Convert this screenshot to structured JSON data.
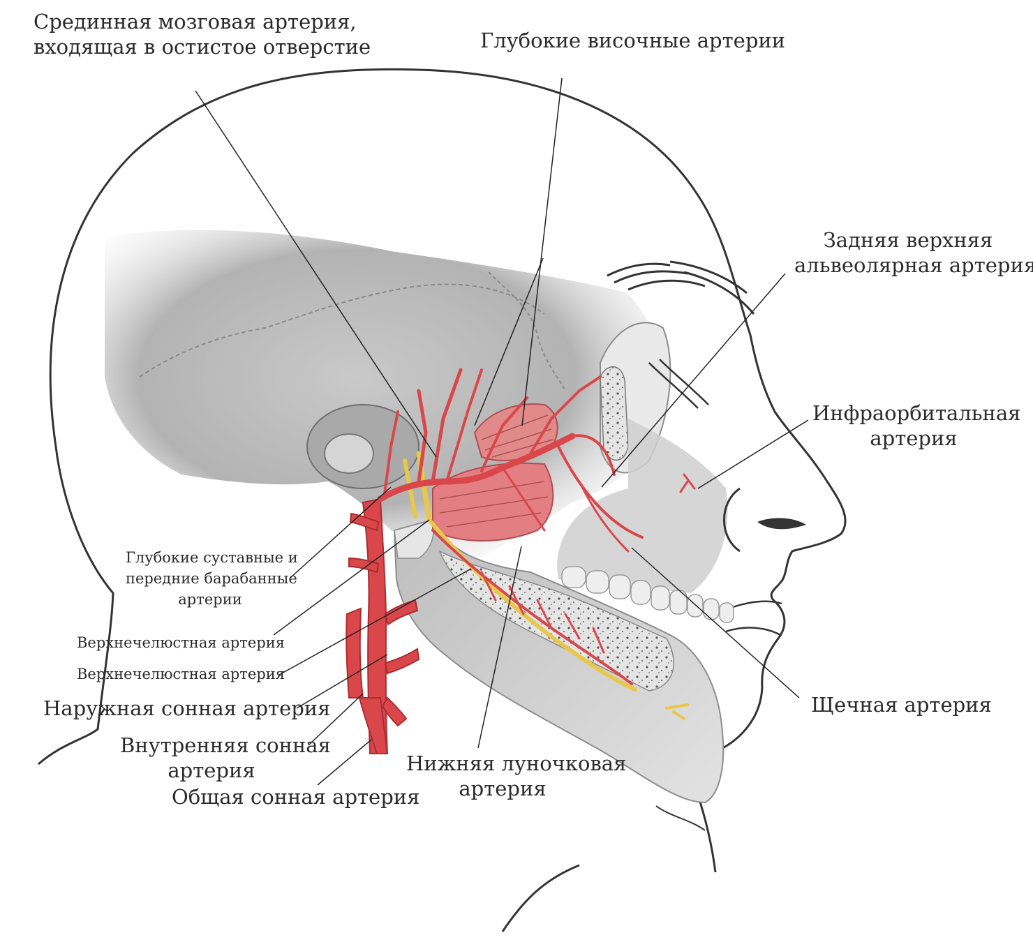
{
  "colors": {
    "artery": "#d9474b",
    "artery_dark": "#a92d32",
    "nerve": "#e8c84a",
    "bone": "#d8d8d8",
    "outline": "#333333"
  },
  "labels": {
    "middle_meningeal": [
      "Срединная мозговая артерия,",
      "входящая в остистое отверстие"
    ],
    "deep_temporal": [
      "Глубокие височные артерии"
    ],
    "posterior_superior_alveolar": [
      "Задняя верхняя",
      "альвеолярная артерия"
    ],
    "infraorbital": [
      "Инфраорбитальная",
      "артерия"
    ],
    "deep_auricular": [
      "Глубокие суставные и",
      "передние барабанные",
      "артерии"
    ],
    "maxillary_1": [
      "Верхнечелюстная артерия"
    ],
    "maxillary_2": [
      "Верхнечелюстная артерия"
    ],
    "external_carotid": [
      "Наружная сонная артерия"
    ],
    "internal_carotid": [
      "Внутренняя сонная",
      "артерия"
    ],
    "common_carotid": [
      "Общая сонная артерия"
    ],
    "inferior_alveolar": [
      "Нижняя луночковая",
      "артерия"
    ],
    "buccal": [
      "Щечная артерия"
    ]
  }
}
